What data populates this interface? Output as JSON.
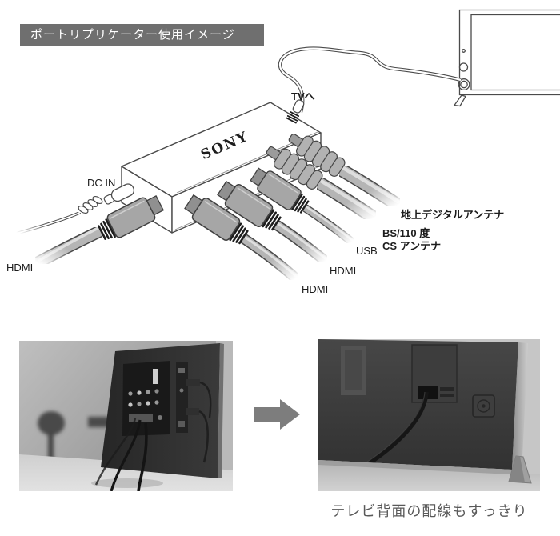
{
  "header": {
    "title": "ポートリプリケーター使用イメージ"
  },
  "diagram": {
    "brand": "SONY",
    "labels": {
      "to_tv": "TVへ",
      "dc_in": "DC IN",
      "hdmi_side": "HDMI",
      "hdmi_front_1": "HDMI",
      "hdmi_front_2": "HDMI",
      "usb": "USB",
      "bs_cs_line1": "BS/110 度",
      "bs_cs_line2": "CS アンテナ",
      "terrestrial": "地上デジタルアンテナ"
    }
  },
  "comparison": {
    "caption": "テレビ背面の配線もすっきり"
  },
  "colors": {
    "banner_bg": "#6f6f6f",
    "banner_text": "#ffffff",
    "outline": "#4a4a4a",
    "cable_gray": "#b5b5b5",
    "connector_gray": "#a6a6a6",
    "arrow": "#7d7d7d",
    "caption_text": "#595959"
  }
}
